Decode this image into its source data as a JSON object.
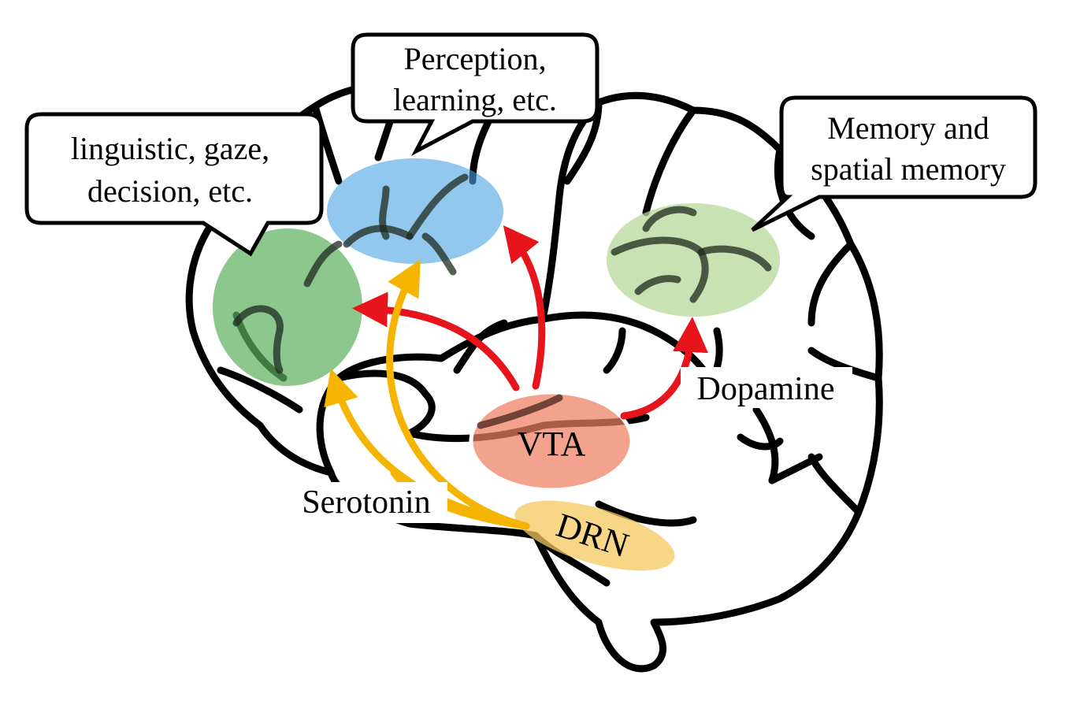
{
  "callouts": {
    "prefrontal": {
      "line1": "linguistic, gaze,",
      "line2": "decision, etc."
    },
    "parietal": {
      "line1": "Perception,",
      "line2": "learning, etc."
    },
    "hippocampal": {
      "line1": "Memory and",
      "line2": "spatial memory"
    }
  },
  "regions": {
    "vta": "VTA",
    "drn": "DRN"
  },
  "neurotransmitters": {
    "dopamine": "Dopamine",
    "serotonin": "Serotonin"
  },
  "colors": {
    "outline": "#000000",
    "dopamine_arrow": "#e8141b",
    "serotonin_arrow": "#f5b400",
    "prefrontal_region": "#5bb05e",
    "parietal_region": "#4aa3e3",
    "memory_region": "#b7d89a",
    "vta_region": "#ee7e62",
    "drn_region": "#f5c860"
  }
}
